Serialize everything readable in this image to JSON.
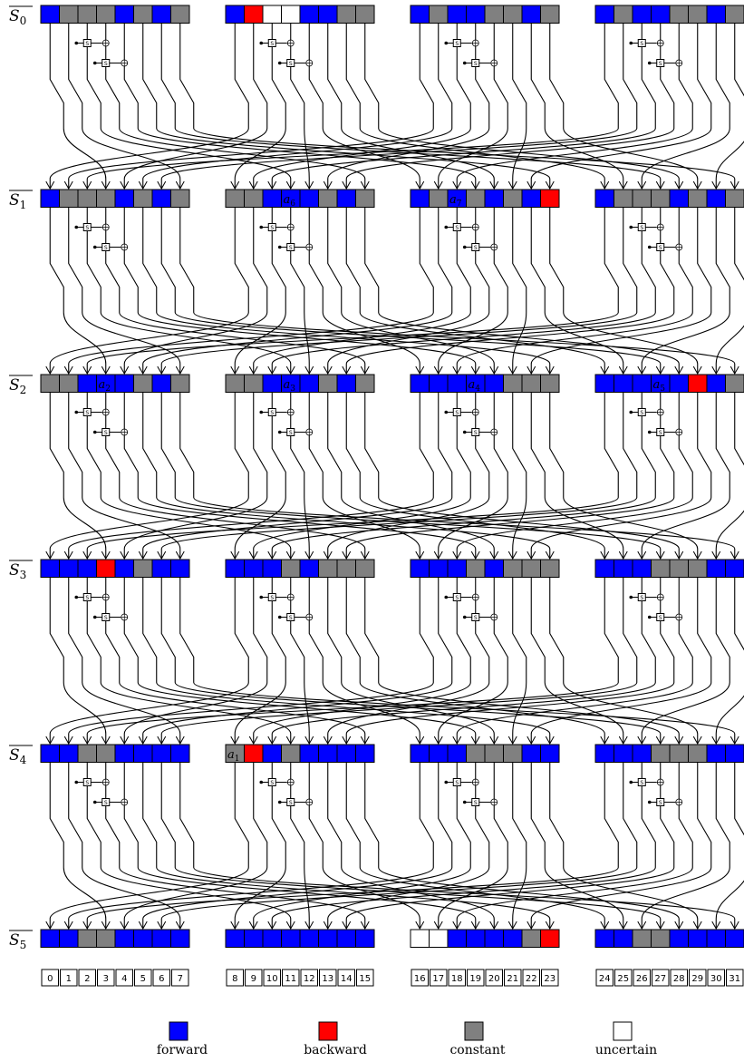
{
  "colors": {
    "F": "#0000ff",
    "B": "#ff0000",
    "C": "#808080",
    "U": "#ffffff"
  },
  "stages": [
    {
      "label": "S",
      "sub": "0",
      "cells": "FCCCFCFCFBUUFFCCFCFFCCFCFCFFCCFC"
    },
    {
      "label": "S",
      "sub": "1",
      "cells": "FCCCFCFCCCFFFCFCFCFCFCFBFCCCFCFC"
    },
    {
      "label": "S",
      "sub": "2",
      "cells": "CCFFFCFCCCFFFCFCFFFFFCCCFFFFFBFC"
    },
    {
      "label": "S",
      "sub": "3",
      "cells": "FFFBFCFFFFFCFCCCFFFCFCCCFFFCCCFF"
    },
    {
      "label": "S",
      "sub": "4",
      "cells": "FFCCFFFFCBFCFFFFFFFCCCFFFFFCCCFF"
    },
    {
      "label": "S",
      "sub": "5",
      "cells": "FFCCFFFFFFFFFFFFUUFFFFCBFFCCFFFF"
    }
  ],
  "annotations": [
    {
      "stage": 1,
      "cell": 11,
      "label": "a",
      "sub": "6"
    },
    {
      "stage": 1,
      "cell": 18,
      "label": "a",
      "sub": "7"
    },
    {
      "stage": 2,
      "cell": 3,
      "label": "a",
      "sub": "2"
    },
    {
      "stage": 2,
      "cell": 11,
      "label": "a",
      "sub": "3"
    },
    {
      "stage": 2,
      "cell": 19,
      "label": "a",
      "sub": "4"
    },
    {
      "stage": 2,
      "cell": 27,
      "label": "a",
      "sub": "5"
    },
    {
      "stage": 4,
      "cell": 8,
      "label": "a",
      "sub": "1"
    }
  ],
  "indices": [
    "0",
    "1",
    "2",
    "3",
    "4",
    "5",
    "6",
    "7",
    "8",
    "9",
    "10",
    "11",
    "12",
    "13",
    "14",
    "15",
    "16",
    "17",
    "18",
    "19",
    "20",
    "21",
    "22",
    "23",
    "24",
    "25",
    "26",
    "27",
    "28",
    "29",
    "30",
    "31"
  ],
  "gate_symbol": "S",
  "legend": [
    {
      "key": "F",
      "label": "forward",
      "icon": "forward-swatch-icon"
    },
    {
      "key": "B",
      "label": "backward",
      "icon": "backward-swatch-icon"
    },
    {
      "key": "C",
      "label": "constant",
      "icon": "constant-swatch-icon"
    },
    {
      "key": "U",
      "label": "uncertain",
      "icon": "uncertain-swatch-icon"
    }
  ]
}
